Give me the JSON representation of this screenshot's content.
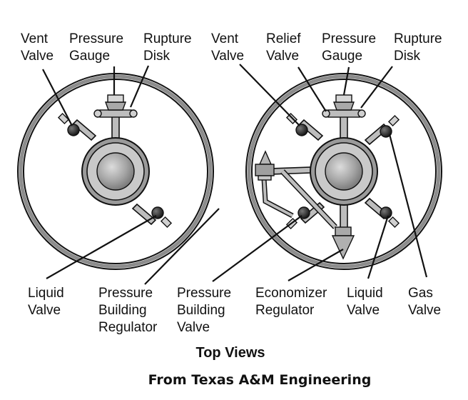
{
  "labels": {
    "left_vent_valve": [
      "Vent",
      "Valve"
    ],
    "left_pressure_gauge": [
      "Pressure",
      "Gauge"
    ],
    "left_rupture_disk": [
      "Rupture",
      "Disk"
    ],
    "right_vent_valve": [
      "Vent",
      "Valve"
    ],
    "right_relief_valve": [
      "Relief",
      "Valve"
    ],
    "right_pressure_gauge": [
      "Pressure",
      "Gauge"
    ],
    "right_rupture_disk": [
      "Rupture",
      "Disk"
    ],
    "left_liquid_valve": [
      "Liquid",
      "Valve"
    ],
    "left_pressure_building_regulator": [
      "Pressure",
      "Building",
      "Regulator"
    ],
    "right_pressure_building_valve": [
      "Pressure",
      "Building",
      "Valve"
    ],
    "right_economizer_regulator": [
      "Economizer",
      "Regulator"
    ],
    "right_liquid_valve": [
      "Liquid",
      "Valve"
    ],
    "right_gas_valve": [
      "Gas",
      "Valve"
    ]
  },
  "caption": "Top Views",
  "credit": "From Texas A&M Engineering",
  "colors": {
    "outline": "#111111",
    "ring_gray": "#8c8c8c",
    "hub_gray": "#9a9a9a",
    "valve_black": "#1a1a1a",
    "background": "#ffffff"
  }
}
